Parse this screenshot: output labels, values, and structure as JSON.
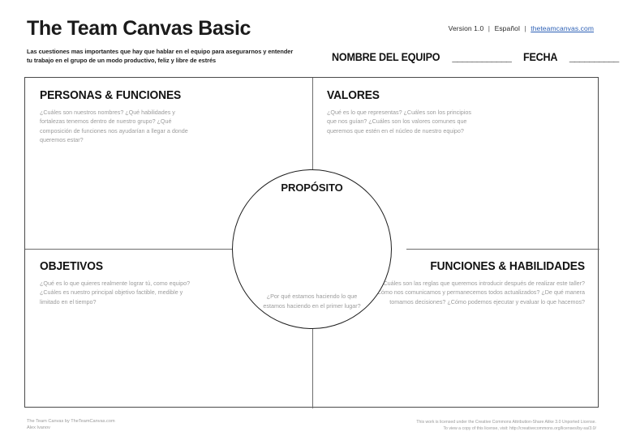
{
  "header": {
    "title": "The Team Canvas Basic",
    "version_label": "Version 1.0",
    "language_label": "Español",
    "link_label": "theteamcanvas.com",
    "separator": "|",
    "subtitle": "Las cuestiones mas importantes que hay que hablar en el equipo para asegurarnos y entender tu trabajo en el grupo de un modo productivo, feliz y libre de estrés",
    "team_name_label": "NOMBRE DEL EQUIPO",
    "team_name_blank": "____________",
    "date_label": "FECHA",
    "date_blank": "__________"
  },
  "quadrants": {
    "personas": {
      "title": "PERSONAS & FUNCIONES",
      "text": "¿Cuáles son nuestros nombres? ¿Qué habilidades y fortalezas tenemos dentro de nuestro grupo? ¿Qué composición de funciones nos ayudarían a llegar a donde queremos estar?"
    },
    "valores": {
      "title": "VALORES",
      "text": "¿Qué es lo que representas? ¿Cuáles son los principios que nos guían? ¿Cuáles son los valores comunes que queremos que estén en el núcleo de nuestro equipo?"
    },
    "objetivos": {
      "title": "OBJETIVOS",
      "text": "¿Qué es lo que quieres realmente lograr tú, como equipo? ¿Cuáles es nuestro principal objetivo factible, medible y limitado en el tiempo?"
    },
    "funciones": {
      "title": "FUNCIONES & HABILIDADES",
      "text": "¿Cuáles son las reglas que queremos introducir después de realizar este taller? ¿Cómo nos comunicamos y permanecemos todos actualizados? ¿De qué manera tomamos decisiones? ¿Cómo podemos ejecutar y evaluar lo que hacemos?"
    }
  },
  "center": {
    "title": "PROPÓSITO",
    "text": "¿Por qué estamos haciendo lo que estamos haciendo en el primer lugar?"
  },
  "footer": {
    "credit_line1": "The Team Canvas by TheTeamCanvas.com",
    "credit_line2": "Alex Ivanov",
    "license_line1": "This work is licensed under the Creative Commons Attribution-Share Alike 3.0 Unported License.",
    "license_line2": "To view a copy of this license, visit: http://creativecommons.org/licenses/by-sa/3.0/"
  },
  "colors": {
    "link": "#2b5fb5",
    "body_text": "#9c9c9c",
    "border": "#4a4a4a",
    "title": "#1b1b1b"
  }
}
